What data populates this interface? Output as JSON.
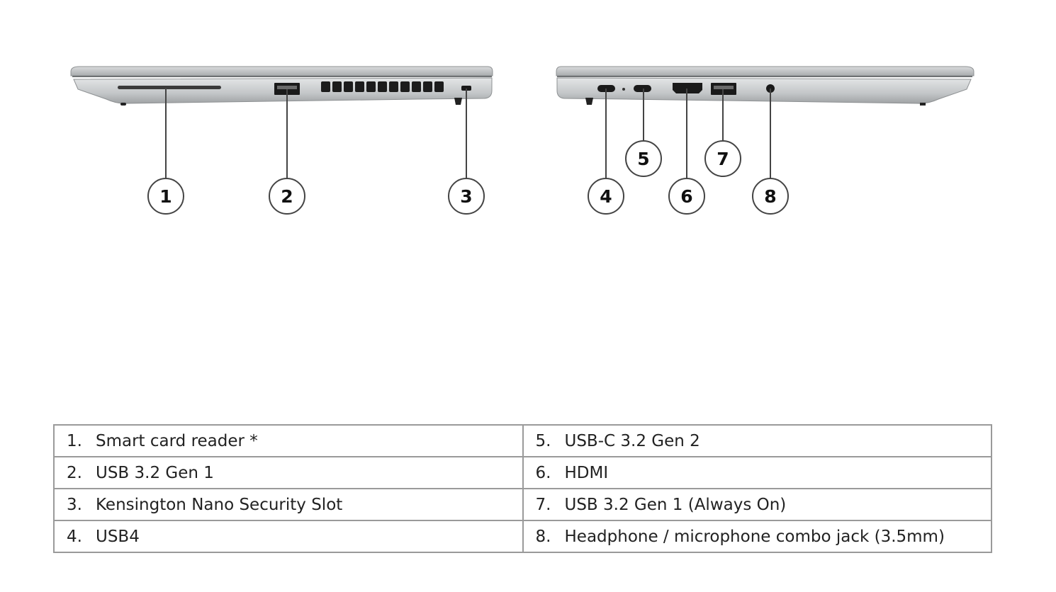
{
  "callouts": [
    "1",
    "2",
    "3",
    "4",
    "5",
    "6",
    "7",
    "8"
  ],
  "ports": {
    "left": [
      {
        "num": "1.",
        "label": "Smart card reader *"
      },
      {
        "num": "2.",
        "label": "USB 3.2 Gen 1"
      },
      {
        "num": "3.",
        "label": "Kensington Nano Security Slot"
      },
      {
        "num": "4.",
        "label": "USB4"
      }
    ],
    "right": [
      {
        "num": "5.",
        "label": "USB-C 3.2 Gen 2"
      },
      {
        "num": "6.",
        "label": "HDMI"
      },
      {
        "num": "7.",
        "label": "USB 3.2 Gen 1 (Always On)"
      },
      {
        "num": "8.",
        "label": "Headphone / microphone combo jack (3.5mm)"
      }
    ]
  },
  "colors": {
    "chassis": "#b9bcbe",
    "port": "#1a1a1a",
    "leader": "#444444",
    "table_border": "#9a9a9a"
  }
}
